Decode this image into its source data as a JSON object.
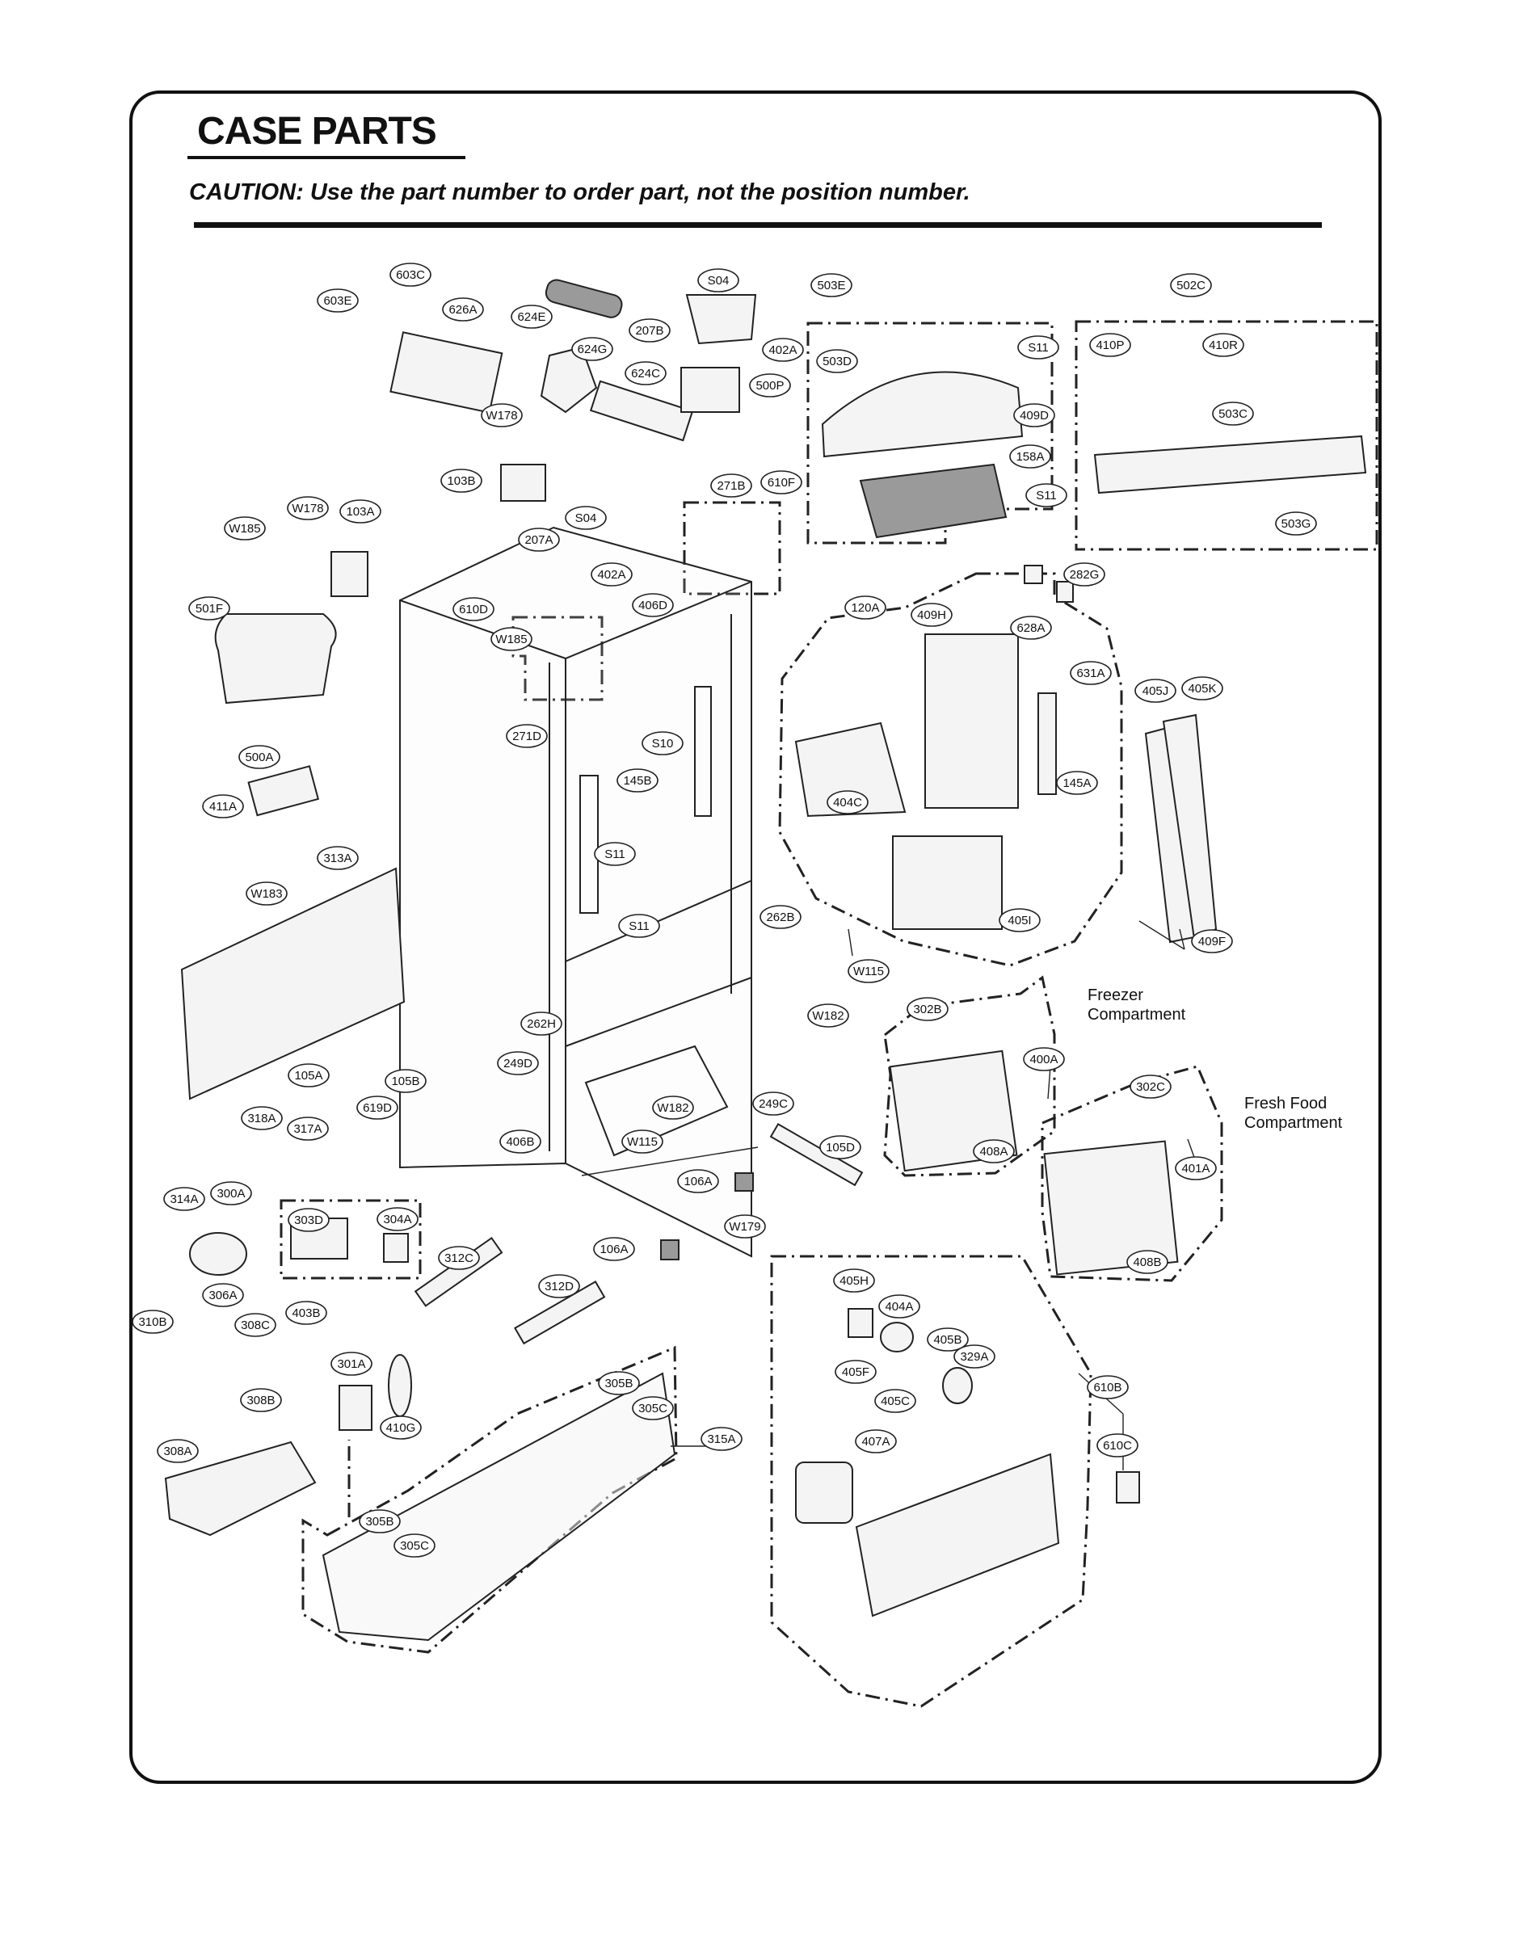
{
  "title": "CASE PARTS",
  "caution": "CAUTION: Use the part number to order part, not the position number.",
  "compartments": {
    "freezer": [
      "Freezer",
      "Compartment"
    ],
    "fresh_food": [
      "Fresh Food",
      "Compartment"
    ]
  },
  "callouts": [
    {
      "id": "p603C",
      "label": "603C"
    },
    {
      "id": "p603E",
      "label": "603E"
    },
    {
      "id": "p626A",
      "label": "626A"
    },
    {
      "id": "p624E",
      "label": "624E"
    },
    {
      "id": "p624G",
      "label": "624G"
    },
    {
      "id": "p624C",
      "label": "624C"
    },
    {
      "id": "pS04a",
      "label": "S04"
    },
    {
      "id": "p207B",
      "label": "207B"
    },
    {
      "id": "p402Aa",
      "label": "402A"
    },
    {
      "id": "p500P",
      "label": "500P"
    },
    {
      "id": "p503E",
      "label": "503E"
    },
    {
      "id": "p503D",
      "label": "503D"
    },
    {
      "id": "pS11a",
      "label": "S11"
    },
    {
      "id": "p409D",
      "label": "409D"
    },
    {
      "id": "p158A",
      "label": "158A"
    },
    {
      "id": "pS11b",
      "label": "S11"
    },
    {
      "id": "p502C",
      "label": "502C"
    },
    {
      "id": "p410P",
      "label": "410P"
    },
    {
      "id": "p410R",
      "label": "410R"
    },
    {
      "id": "p503C",
      "label": "503C"
    },
    {
      "id": "p503G",
      "label": "503G"
    },
    {
      "id": "pW178a",
      "label": "W178"
    },
    {
      "id": "p103B",
      "label": "103B"
    },
    {
      "id": "p610F",
      "label": "610F"
    },
    {
      "id": "p271B",
      "label": "271B"
    },
    {
      "id": "pW178b",
      "label": "W178"
    },
    {
      "id": "p103A",
      "label": "103A"
    },
    {
      "id": "pW185a",
      "label": "W185"
    },
    {
      "id": "pS04b",
      "label": "S04"
    },
    {
      "id": "p207A",
      "label": "207A"
    },
    {
      "id": "p402Ab",
      "label": "402A"
    },
    {
      "id": "p501F",
      "label": "501F"
    },
    {
      "id": "p610D",
      "label": "610D"
    },
    {
      "id": "pW185b",
      "label": "W185"
    },
    {
      "id": "p406D",
      "label": "406D"
    },
    {
      "id": "p282G",
      "label": "282G"
    },
    {
      "id": "p120A",
      "label": "120A"
    },
    {
      "id": "p409H",
      "label": "409H"
    },
    {
      "id": "p628A",
      "label": "628A"
    },
    {
      "id": "p631A",
      "label": "631A"
    },
    {
      "id": "p405J",
      "label": "405J"
    },
    {
      "id": "p405K",
      "label": "405K"
    },
    {
      "id": "p271D",
      "label": "271D"
    },
    {
      "id": "pS10",
      "label": "S10"
    },
    {
      "id": "p500A",
      "label": "500A"
    },
    {
      "id": "p145B",
      "label": "145B"
    },
    {
      "id": "p145A",
      "label": "145A"
    },
    {
      "id": "p404C",
      "label": "404C"
    },
    {
      "id": "p411A",
      "label": "411A"
    },
    {
      "id": "p313A",
      "label": "313A"
    },
    {
      "id": "pW183",
      "label": "W183"
    },
    {
      "id": "pS11c",
      "label": "S11"
    },
    {
      "id": "pS11d",
      "label": "S11"
    },
    {
      "id": "p405I",
      "label": "405I"
    },
    {
      "id": "p409F",
      "label": "409F"
    },
    {
      "id": "p262B",
      "label": "262B"
    },
    {
      "id": "pW115a",
      "label": "W115"
    },
    {
      "id": "pW182a",
      "label": "W182"
    },
    {
      "id": "p302B",
      "label": "302B"
    },
    {
      "id": "p400A",
      "label": "400A"
    },
    {
      "id": "p262H",
      "label": "262H"
    },
    {
      "id": "p249D",
      "label": "249D"
    },
    {
      "id": "p105A",
      "label": "105A"
    },
    {
      "id": "p105B",
      "label": "105B"
    },
    {
      "id": "pW182b",
      "label": "W182"
    },
    {
      "id": "p249C",
      "label": "249C"
    },
    {
      "id": "p302C",
      "label": "302C"
    },
    {
      "id": "p318A",
      "label": "318A"
    },
    {
      "id": "p317A",
      "label": "317A"
    },
    {
      "id": "p619D",
      "label": "619D"
    },
    {
      "id": "p406B",
      "label": "406B"
    },
    {
      "id": "pW115b",
      "label": "W115"
    },
    {
      "id": "p408A",
      "label": "408A"
    },
    {
      "id": "p105D",
      "label": "105D"
    },
    {
      "id": "p401A",
      "label": "401A"
    },
    {
      "id": "p106Aa",
      "label": "106A"
    },
    {
      "id": "p314A",
      "label": "314A"
    },
    {
      "id": "p300A",
      "label": "300A"
    },
    {
      "id": "p303D",
      "label": "303D"
    },
    {
      "id": "p304A",
      "label": "304A"
    },
    {
      "id": "pW179",
      "label": "W179"
    },
    {
      "id": "p408B",
      "label": "408B"
    },
    {
      "id": "p106Ab",
      "label": "106A"
    },
    {
      "id": "p312C",
      "label": "312C"
    },
    {
      "id": "p312D",
      "label": "312D"
    },
    {
      "id": "p306A",
      "label": "306A"
    },
    {
      "id": "p310B",
      "label": "310B"
    },
    {
      "id": "p405H",
      "label": "405H"
    },
    {
      "id": "p308C",
      "label": "308C"
    },
    {
      "id": "p403B",
      "label": "403B"
    },
    {
      "id": "p404A",
      "label": "404A"
    },
    {
      "id": "p405B",
      "label": "405B"
    },
    {
      "id": "p405F",
      "label": "405F"
    },
    {
      "id": "p329A",
      "label": "329A"
    },
    {
      "id": "p301A",
      "label": "301A"
    },
    {
      "id": "p305Ba",
      "label": "305B"
    },
    {
      "id": "p610B",
      "label": "610B"
    },
    {
      "id": "p308B",
      "label": "308B"
    },
    {
      "id": "p305Ca",
      "label": "305C"
    },
    {
      "id": "p405C",
      "label": "405C"
    },
    {
      "id": "p410G",
      "label": "410G"
    },
    {
      "id": "p315A",
      "label": "315A"
    },
    {
      "id": "p610C",
      "label": "610C"
    },
    {
      "id": "p407A",
      "label": "407A"
    },
    {
      "id": "p308A",
      "label": "308A"
    },
    {
      "id": "p305Bb",
      "label": "305B"
    },
    {
      "id": "p305Cb",
      "label": "305C"
    }
  ]
}
